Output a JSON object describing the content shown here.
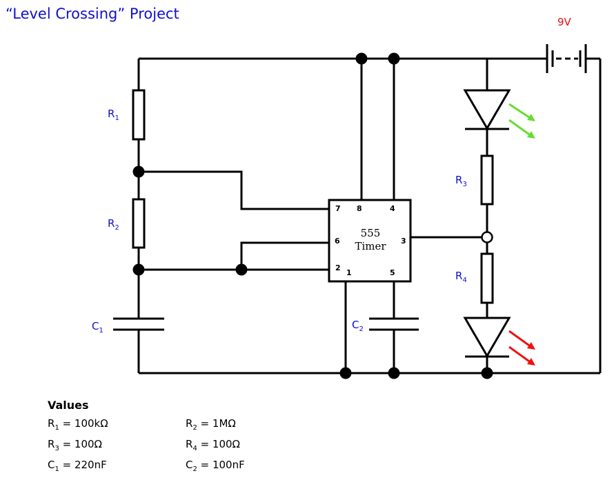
{
  "title": "“Level Crossing” Project",
  "battery": {
    "label": "9V",
    "color": "#e01010"
  },
  "chip": {
    "name": "555",
    "subname": "Timer",
    "pins": [
      "7",
      "8",
      "4",
      "6",
      "3",
      "2",
      "1",
      "5"
    ]
  },
  "labels": {
    "r1": {
      "main": "R",
      "sub": "1"
    },
    "r2": {
      "main": "R",
      "sub": "2"
    },
    "r3": {
      "main": "R",
      "sub": "3"
    },
    "r4": {
      "main": "R",
      "sub": "4"
    },
    "c1": {
      "main": "C",
      "sub": "1"
    },
    "c2": {
      "main": "C",
      "sub": "2"
    }
  },
  "led_colors": {
    "green": "#66dd33",
    "red": "#ee1111"
  },
  "values": {
    "heading": "Values",
    "rows": [
      [
        {
          "name": "R",
          "sub": "1",
          "value": " = 100kΩ"
        },
        {
          "name": "R",
          "sub": "2",
          "value": " = 1MΩ"
        }
      ],
      [
        {
          "name": "R",
          "sub": "3",
          "value": " = 100Ω"
        },
        {
          "name": "R",
          "sub": "4",
          "value": " = 100Ω"
        }
      ],
      [
        {
          "name": "C",
          "sub": "1",
          "value": " = 220nF"
        },
        {
          "name": "C",
          "sub": "2",
          "value": " = 100nF"
        }
      ]
    ]
  }
}
